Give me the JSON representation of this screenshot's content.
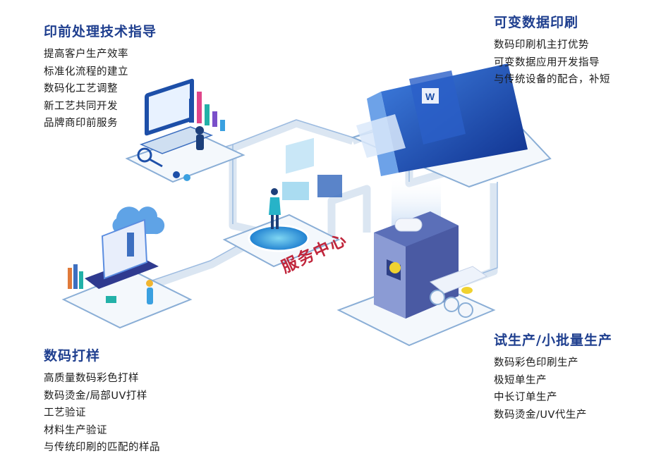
{
  "center": {
    "label": "服务中心"
  },
  "prepress": {
    "title": "印前处理技术指导",
    "items": [
      "提高客户生产效率",
      "标准化流程的建立",
      "数码化工艺调整",
      "新工艺共同开发",
      "品牌商印前服务"
    ]
  },
  "variable_data": {
    "title": "可变数据印刷",
    "items": [
      "数码印刷机主打优势",
      "可变数据应用开发指导",
      "与传统设备的配合，补短"
    ]
  },
  "proofing": {
    "title": "数码打样",
    "items": [
      "高质量数码彩色打样",
      "数码烫金/局部UV打样",
      "工艺验证",
      "材料生产验证",
      "与传统印刷的匹配的样品"
    ]
  },
  "trial_production": {
    "title": "试生产/小批量生产",
    "items": [
      "数码彩色印刷生产",
      "极短单生产",
      "中长订单生产",
      "数码烫金/UV代生产"
    ]
  },
  "colors": {
    "title": "#1f3f8f",
    "text": "#1a1a1a",
    "center_label": "#c0263c",
    "path": "#d8e4f1",
    "platform_stroke": "#8aaed6"
  },
  "icons": [
    "laptop-workstation-icon",
    "digital-press-icon",
    "presenter-hologram-icon",
    "cloud-computer-icon",
    "production-machine-icon"
  ]
}
